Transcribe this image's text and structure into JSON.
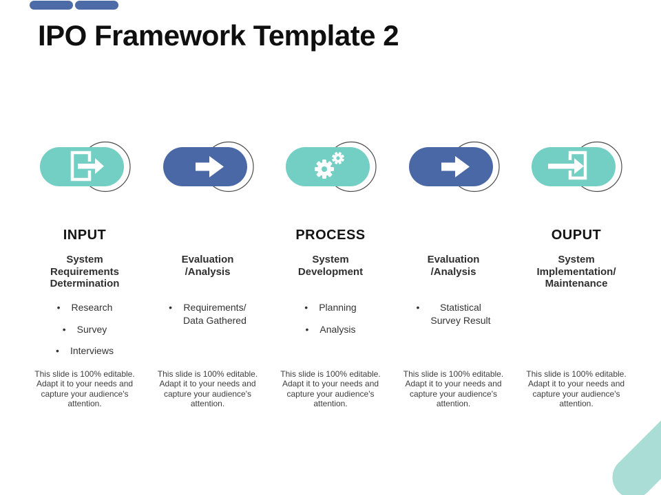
{
  "slide": {
    "title": "IPO Framework Template 2",
    "footer_note": "This slide is 100% editable. Adapt it to your needs and capture your audience's attention."
  },
  "colors": {
    "teal_pill": "#73cec3",
    "blue_pill": "#4a68a6",
    "corner_light_teal": "#a9ddd6",
    "accent_bar_blue": "#4d6ba6",
    "arc_outline": "#4b4b4b",
    "icon_white": "#ffffff"
  },
  "columns": [
    {
      "header": "INPUT",
      "icon": "sign-out-icon",
      "pill_color": "#73cec3",
      "subtitle": "System\nRequirements\nDetermination",
      "bullets": [
        "Research",
        "Survey",
        "Interviews"
      ]
    },
    {
      "header": "",
      "icon": "arrow-right-icon",
      "pill_color": "#4a68a6",
      "subtitle": "Evaluation\n/Analysis",
      "bullets": [
        "Requirements/\nData Gathered"
      ]
    },
    {
      "header": "PROCESS",
      "icon": "gears-icon",
      "pill_color": "#73cec3",
      "subtitle": "System\nDevelopment",
      "bullets": [
        "Planning",
        "Analysis"
      ]
    },
    {
      "header": "",
      "icon": "arrow-right-icon",
      "pill_color": "#4a68a6",
      "subtitle": "Evaluation\n/Analysis",
      "bullets": [
        "Statistical\nSurvey Result"
      ]
    },
    {
      "header": "OUPUT",
      "icon": "sign-in-icon",
      "pill_color": "#73cec3",
      "subtitle": "System\nImplementation/\nMaintenance",
      "bullets": []
    }
  ]
}
